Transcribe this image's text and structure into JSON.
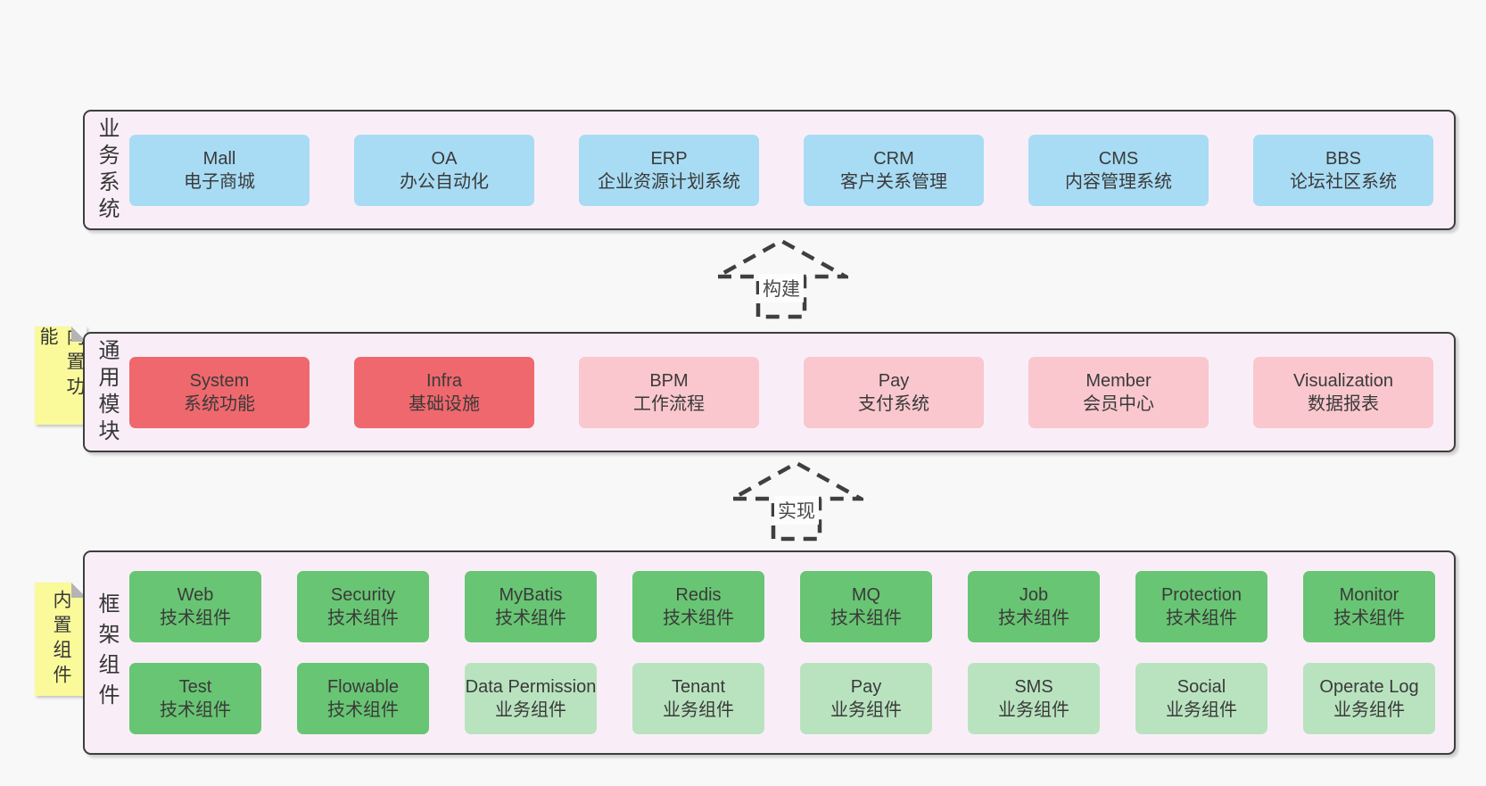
{
  "colors": {
    "page_bg": "#f8f8f8",
    "container_fill": "#f9eef7",
    "container_border": "#3e3e3e",
    "node_blue": "#a8dcf4",
    "node_red": "#ef686d",
    "node_pink": "#f9c7cd",
    "node_green": "#68c573",
    "node_light_green": "#b9e3bf",
    "note_yellow": "#fafa9b",
    "text": "#3a3a3a"
  },
  "arrows": [
    {
      "label": "构建"
    },
    {
      "label": "实现"
    }
  ],
  "notes": [
    {
      "text": "内置功能"
    },
    {
      "text": "内置组件"
    }
  ],
  "sections": {
    "business": {
      "label": "业务系统",
      "items": [
        {
          "name": "Mall",
          "desc": "电子商城"
        },
        {
          "name": "OA",
          "desc": "办公自动化"
        },
        {
          "name": "ERP",
          "desc": "企业资源计划系统"
        },
        {
          "name": "CRM",
          "desc": "客户关系管理"
        },
        {
          "name": "CMS",
          "desc": "内容管理系统"
        },
        {
          "name": "BBS",
          "desc": "论坛社区系统"
        }
      ]
    },
    "common": {
      "label": "通用模块",
      "items": [
        {
          "name": "System",
          "desc": "系统功能",
          "color": "red"
        },
        {
          "name": "Infra",
          "desc": "基础设施",
          "color": "red"
        },
        {
          "name": "BPM",
          "desc": "工作流程",
          "color": "pink"
        },
        {
          "name": "Pay",
          "desc": "支付系统",
          "color": "pink"
        },
        {
          "name": "Member",
          "desc": "会员中心",
          "color": "pink"
        },
        {
          "name": "Visualization",
          "desc": "数据报表",
          "color": "pink"
        }
      ]
    },
    "framework": {
      "label": "框架组件",
      "row1": [
        {
          "name": "Web",
          "desc": "技术组件",
          "color": "green"
        },
        {
          "name": "Security",
          "desc": "技术组件",
          "color": "green"
        },
        {
          "name": "MyBatis",
          "desc": "技术组件",
          "color": "green"
        },
        {
          "name": "Redis",
          "desc": "技术组件",
          "color": "green"
        },
        {
          "name": "MQ",
          "desc": "技术组件",
          "color": "green"
        },
        {
          "name": "Job",
          "desc": "技术组件",
          "color": "green"
        },
        {
          "name": "Protection",
          "desc": "技术组件",
          "color": "green"
        },
        {
          "name": "Monitor",
          "desc": "技术组件",
          "color": "green"
        }
      ],
      "row2": [
        {
          "name": "Test",
          "desc": "技术组件",
          "color": "green"
        },
        {
          "name": "Flowable",
          "desc": "技术组件",
          "color": "green"
        },
        {
          "name": "Data Permission",
          "desc": "业务组件",
          "color": "light-green"
        },
        {
          "name": "Tenant",
          "desc": "业务组件",
          "color": "light-green"
        },
        {
          "name": "Pay",
          "desc": "业务组件",
          "color": "light-green"
        },
        {
          "name": "SMS",
          "desc": "业务组件",
          "color": "light-green"
        },
        {
          "name": "Social",
          "desc": "业务组件",
          "color": "light-green"
        },
        {
          "name": "Operate Log",
          "desc": "业务组件",
          "color": "light-green"
        }
      ]
    }
  }
}
